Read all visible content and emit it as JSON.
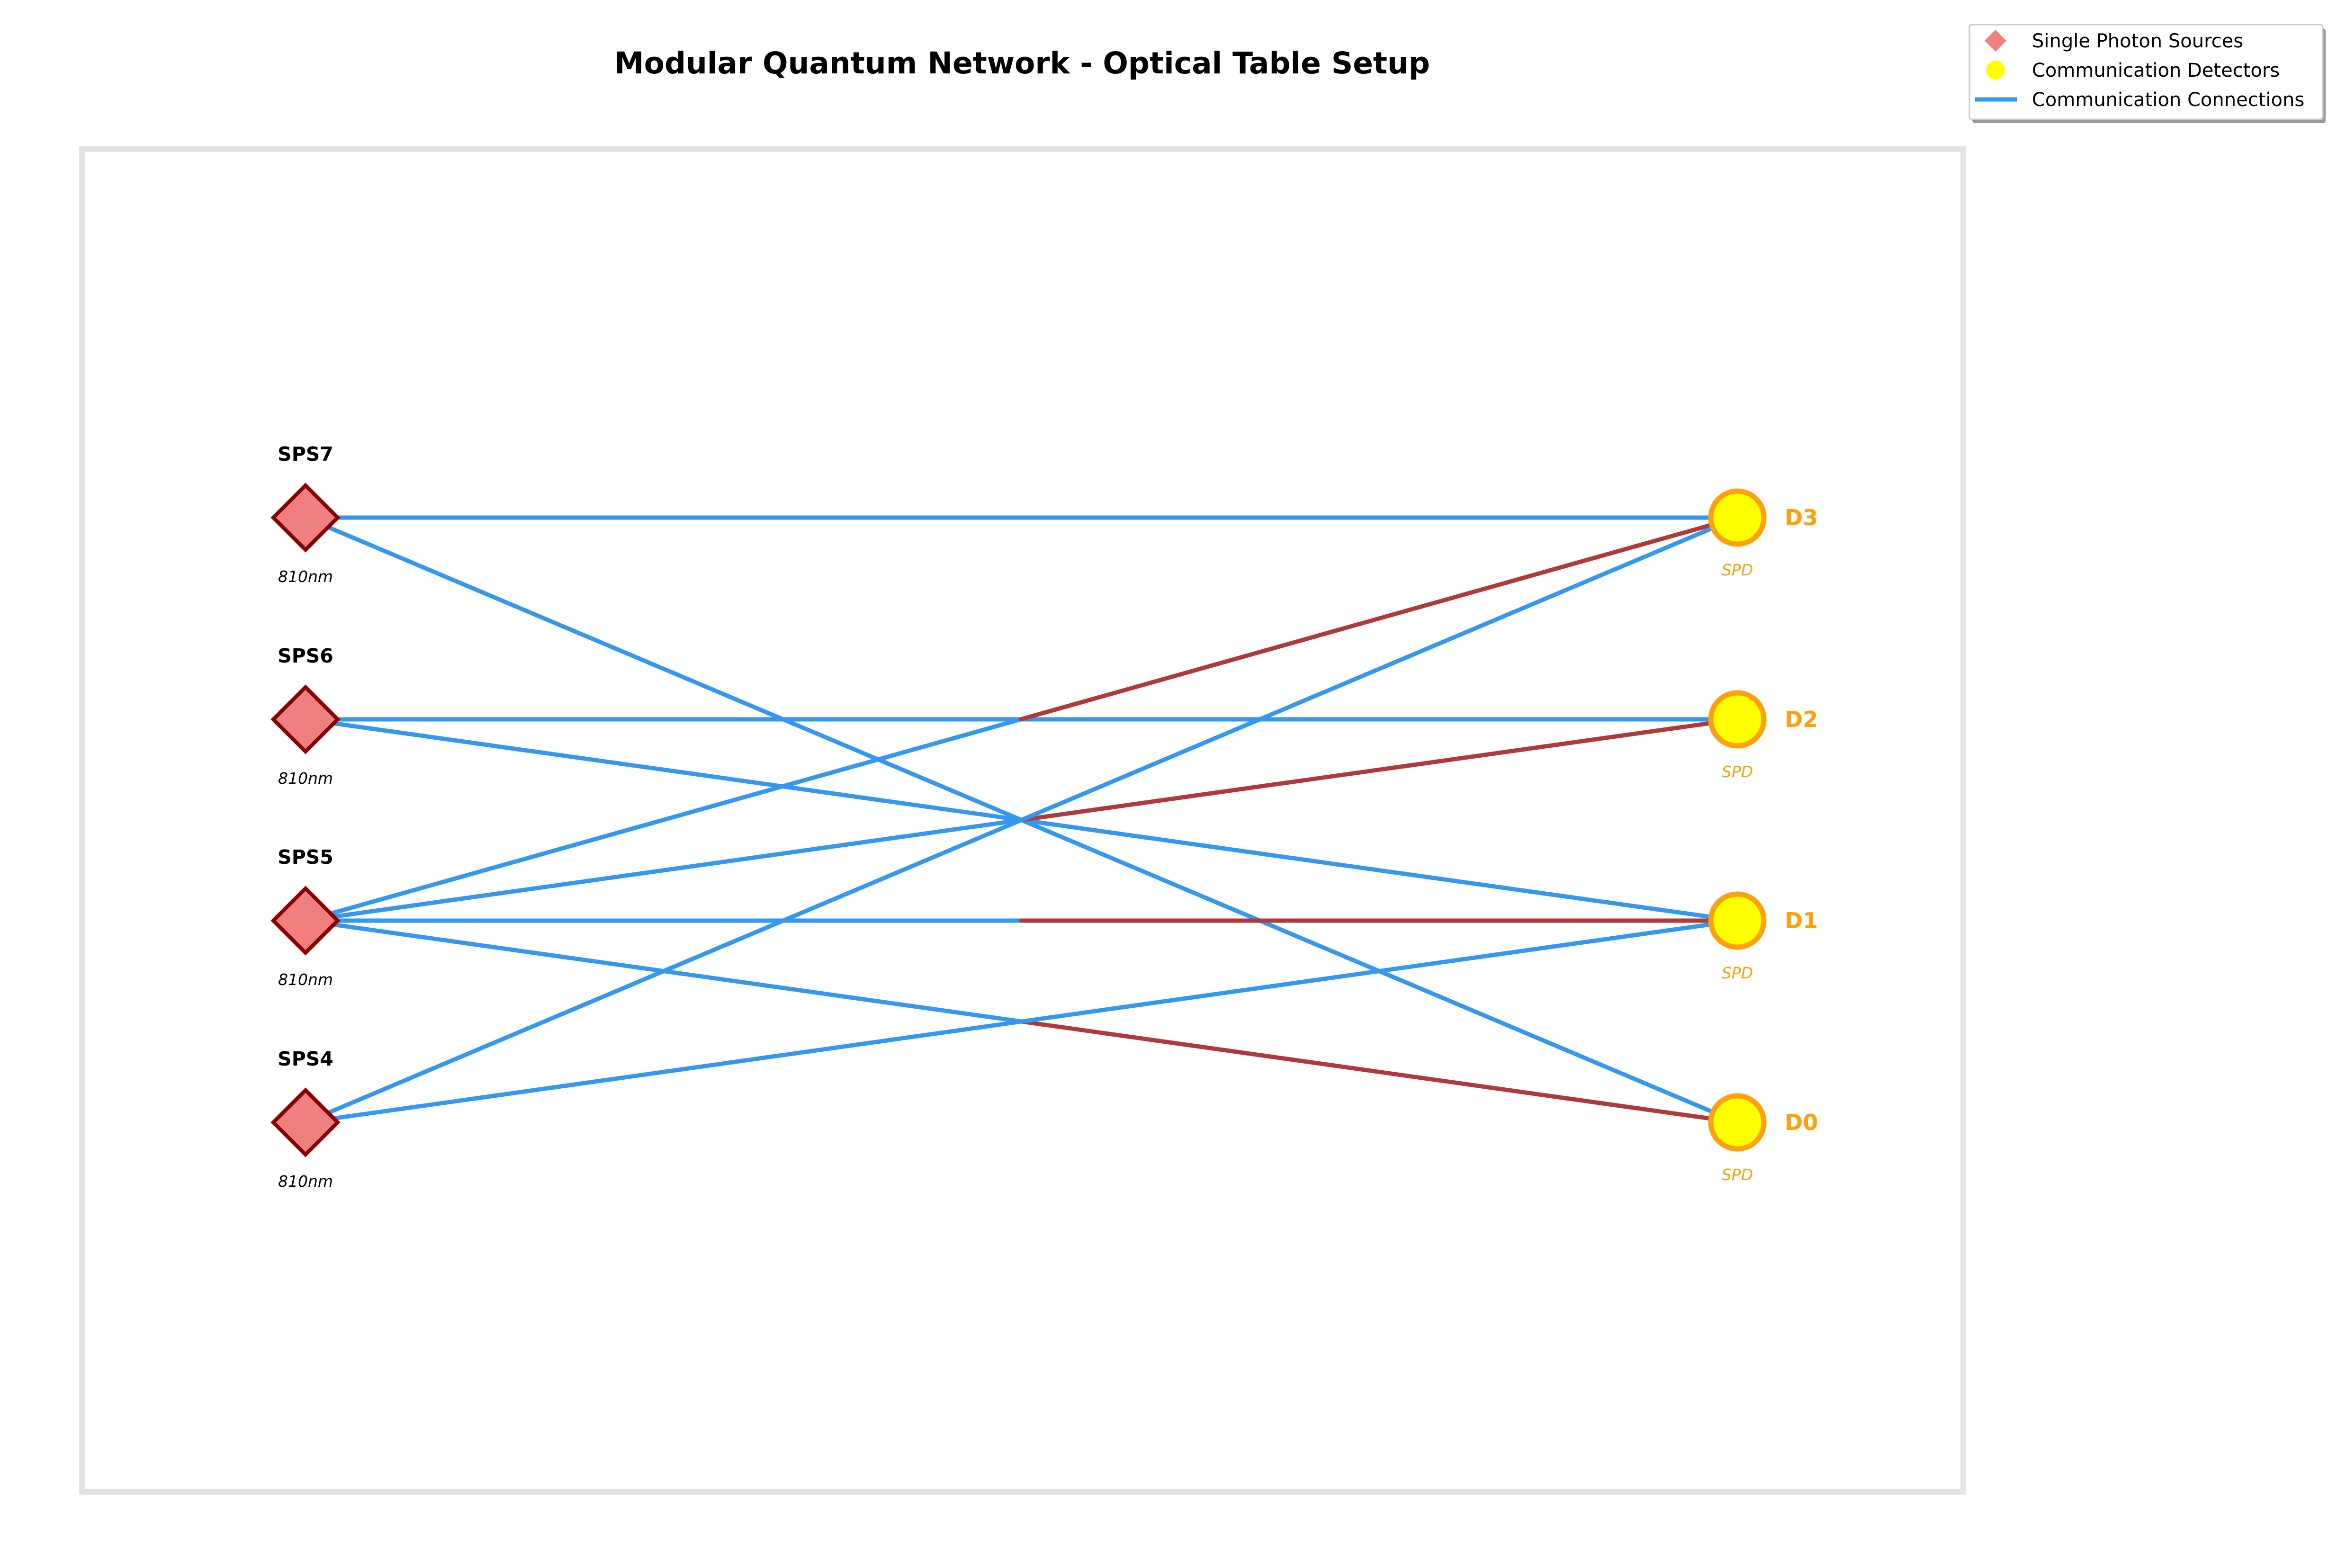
{
  "title": "Modular Quantum Network - Optical Table Setup",
  "colors": {
    "source_fill": "#f07f7f",
    "source_stroke": "#8b0000",
    "detector_fill": "#ffff00",
    "detector_stroke": "#ff9f0a",
    "connection": "#3498f0",
    "connection_highlight": "#b03a3a",
    "table_border": "#e3e3e3"
  },
  "legend": {
    "sources": "Single Photon Sources",
    "detectors": "Communication Detectors",
    "connections": "Communication Connections"
  },
  "sources": [
    {
      "id": "SPS7",
      "label": "SPS7",
      "sublabel": "810nm"
    },
    {
      "id": "SPS6",
      "label": "SPS6",
      "sublabel": "810nm"
    },
    {
      "id": "SPS5",
      "label": "SPS5",
      "sublabel": "810nm"
    },
    {
      "id": "SPS4",
      "label": "SPS4",
      "sublabel": "810nm"
    }
  ],
  "detectors": [
    {
      "id": "D3",
      "label": "D3",
      "sublabel": "SPD"
    },
    {
      "id": "D2",
      "label": "D2",
      "sublabel": "SPD"
    },
    {
      "id": "D1",
      "label": "D1",
      "sublabel": "SPD"
    },
    {
      "id": "D0",
      "label": "D0",
      "sublabel": "SPD"
    }
  ],
  "connections": [
    {
      "from": "SPS7",
      "to": "D3",
      "style": "blue"
    },
    {
      "from": "SPS7",
      "to": "D0",
      "style": "blue"
    },
    {
      "from": "SPS6",
      "to": "D2",
      "style": "blue"
    },
    {
      "from": "SPS6",
      "to": "D1",
      "style": "blue"
    },
    {
      "from": "SPS5",
      "to": "D3",
      "style": "split"
    },
    {
      "from": "SPS5",
      "to": "D2",
      "style": "split"
    },
    {
      "from": "SPS5",
      "to": "D1",
      "style": "split"
    },
    {
      "from": "SPS5",
      "to": "D0",
      "style": "split"
    },
    {
      "from": "SPS4",
      "to": "D3",
      "style": "blue"
    },
    {
      "from": "SPS4",
      "to": "D1",
      "style": "blue"
    }
  ]
}
